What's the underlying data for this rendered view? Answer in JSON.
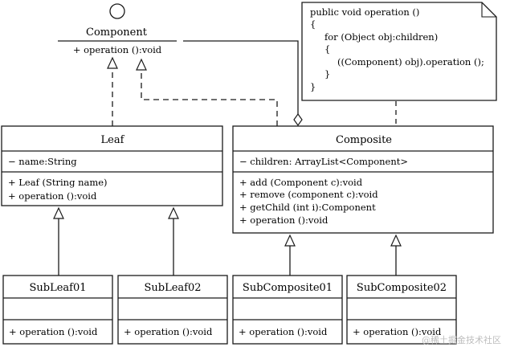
{
  "component": {
    "name": "Component",
    "operation": "+ operation ():void"
  },
  "leaf": {
    "name": "Leaf",
    "attribute": "− name:String",
    "constructor": "+ Leaf (String name)",
    "operation": "+ operation ():void"
  },
  "composite": {
    "name": "Composite",
    "attribute": "− children: ArrayList<Component>",
    "methods": [
      "+ add (Component c):void",
      "+ remove (component c):void",
      "+ getChild (int i):Component",
      "+ operation ():void"
    ]
  },
  "subclasses": {
    "subleaf01": {
      "name": "SubLeaf01",
      "operation": "+ operation ():void"
    },
    "subleaf02": {
      "name": "SubLeaf02",
      "operation": "+ operation ():void"
    },
    "subcomposite01": {
      "name": "SubComposite01",
      "operation": "+ operation ():void"
    },
    "subcomposite02": {
      "name": "SubComposite02",
      "operation": "+ operation ():void"
    }
  },
  "note": {
    "lines": [
      "public void operation ()",
      "{",
      "for (Object obj:children)",
      "{",
      "((Component) obj).operation ();",
      "}",
      "}"
    ]
  },
  "watermark": "@稀土掘金技术社区"
}
